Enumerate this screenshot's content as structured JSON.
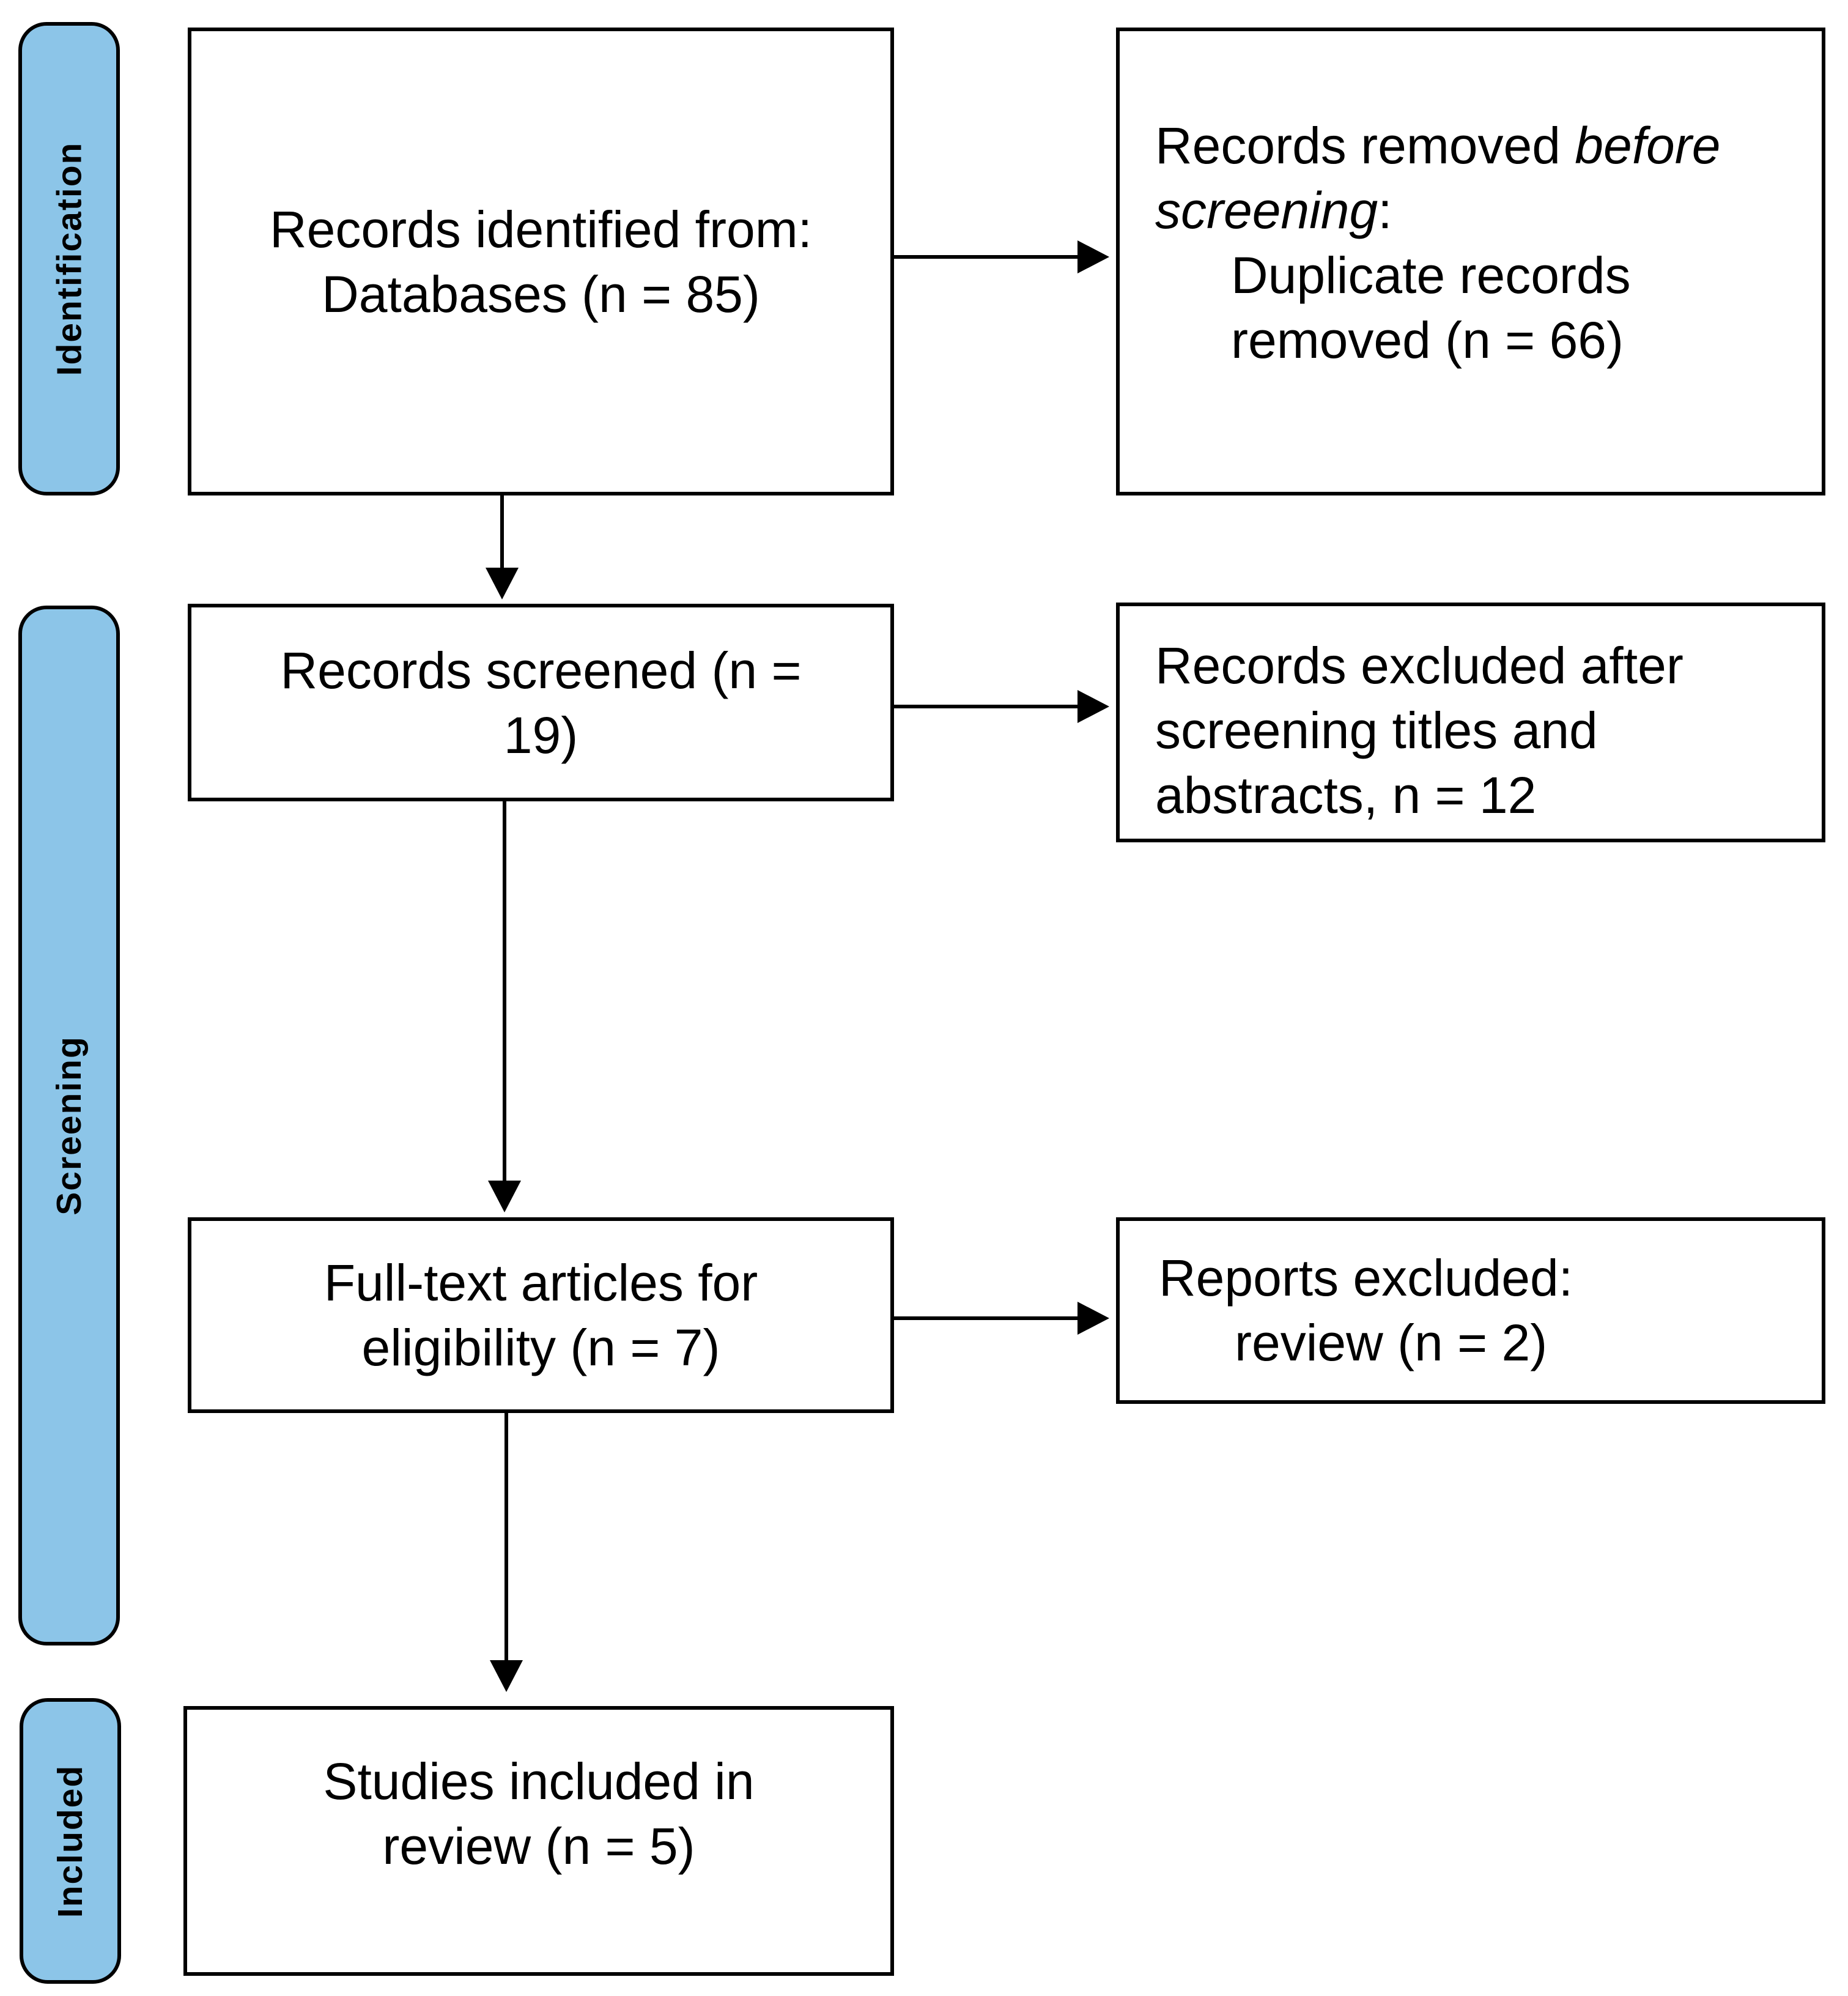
{
  "figure": {
    "type": "prisma-flow-diagram"
  },
  "colors": {
    "stage_fill": "#8CC5E8",
    "line": "#000000",
    "background": "#FFFFFF",
    "text": "#000000"
  },
  "stages": {
    "identification": "Identification",
    "screening": "Screening",
    "included": "Included"
  },
  "boxes": {
    "identified": {
      "line1": "Records identified from:",
      "line2": "Databases (n = 85)"
    },
    "removed": {
      "line1_text": "Records removed ",
      "line1_italic": "before",
      "line2_italic": "screening",
      "line2_text": ":",
      "line3": "Duplicate records",
      "line4": "removed (n = 66)"
    },
    "screened": {
      "line1": "Records screened (n =",
      "line2": "19)"
    },
    "excluded_after_screening": {
      "line1": "Records excluded after",
      "line2": "screening titles and",
      "line3": "abstracts, n = 12"
    },
    "full_text": {
      "line1": "Full-text articles for",
      "line2": "eligibility (n = 7)"
    },
    "reports_excluded": {
      "line1": "Reports excluded:",
      "line2": "review (n = 2)"
    },
    "studies_included": {
      "line1": "Studies included in",
      "line2": "review (n = 5)"
    }
  }
}
